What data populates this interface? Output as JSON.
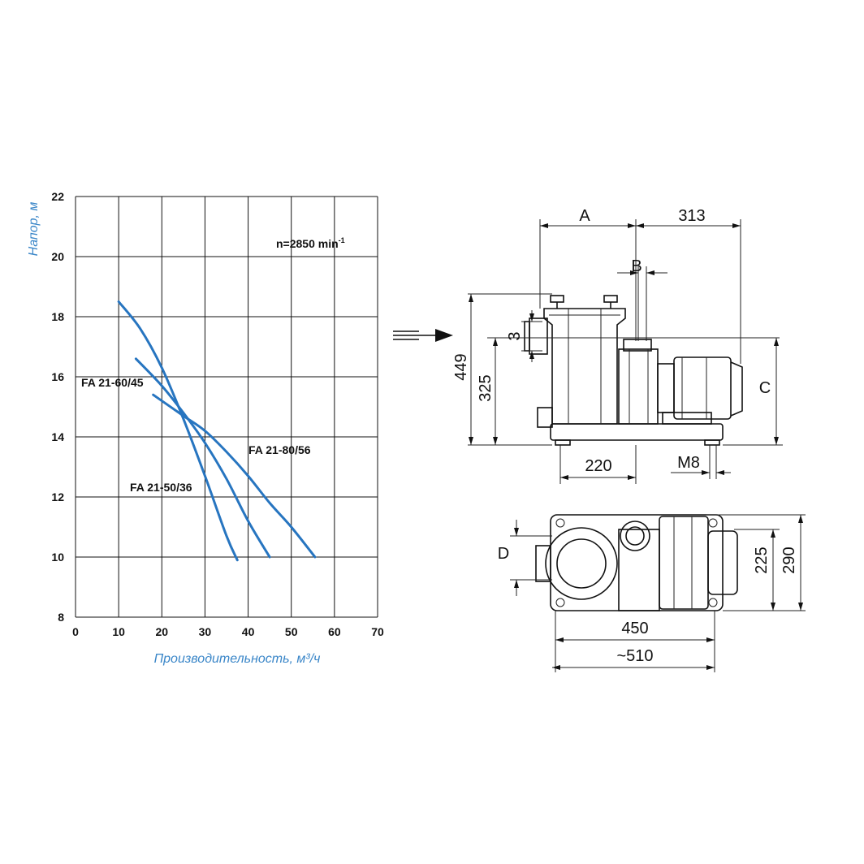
{
  "chart_data": {
    "type": "line",
    "xlabel": "Производительность, м³/ч",
    "ylabel": "Напор, м",
    "xlim": [
      0,
      70
    ],
    "ylim": [
      8,
      22
    ],
    "xticks": [
      0,
      10,
      20,
      30,
      40,
      50,
      60,
      70
    ],
    "yticks": [
      8,
      10,
      12,
      14,
      16,
      18,
      20,
      22
    ],
    "grid": true,
    "annotation": {
      "base": "n=2850 min",
      "sup": "-1"
    },
    "series": [
      {
        "name": "FA 21-50/36",
        "x": [
          10,
          15,
          20,
          25,
          30,
          35,
          37.5
        ],
        "y": [
          18.5,
          17.6,
          16.3,
          14.6,
          12.7,
          10.7,
          9.9
        ]
      },
      {
        "name": "FA 21-60/45",
        "x": [
          14,
          20,
          25,
          30,
          35,
          40,
          45
        ],
        "y": [
          16.6,
          15.7,
          14.8,
          13.8,
          12.6,
          11.2,
          10.0
        ]
      },
      {
        "name": "FA 21-80/56",
        "x": [
          18,
          25,
          30,
          35,
          40,
          45,
          50,
          55.5
        ],
        "y": [
          15.4,
          14.7,
          14.2,
          13.5,
          12.7,
          11.8,
          11.0,
          10.0
        ]
      }
    ],
    "colors": {
      "curve": "#2775c0",
      "axis_label": "#3a86c8"
    }
  },
  "drawing": {
    "dims": {
      "A": "A",
      "d313": "313",
      "B": "B",
      "d3": "3",
      "d449": "449",
      "d325": "325",
      "C": "C",
      "d220": "220",
      "M8": "M8",
      "D": "D",
      "d225": "225",
      "d290": "290",
      "d450": "450",
      "d510": "~510"
    }
  }
}
